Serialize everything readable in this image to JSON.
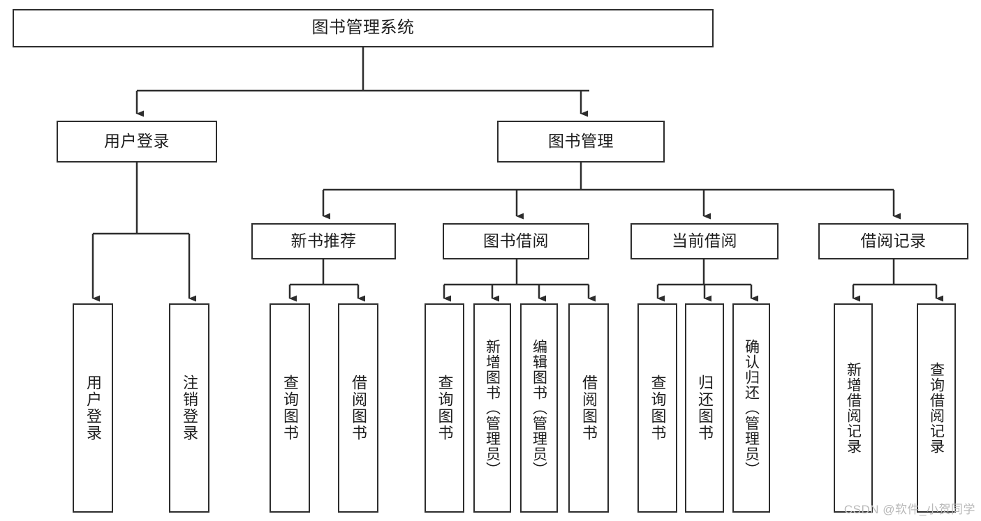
{
  "diagram": {
    "title": "图书管理系统",
    "type": "tree-hierarchy",
    "watermark": "CSDN @软件_小贺同学",
    "colors": {
      "border": "#2d2d2d",
      "background": "#ffffff",
      "text": "#1d1d1d",
      "connector": "#2d2d2d",
      "watermark": "#b9b9b9"
    },
    "levels": {
      "root": {
        "label": "图书管理系统"
      },
      "level2": [
        {
          "label": "用户登录"
        },
        {
          "label": "图书管理"
        }
      ],
      "level3": [
        {
          "label": "新书推荐"
        },
        {
          "label": "图书借阅"
        },
        {
          "label": "当前借阅"
        },
        {
          "label": "借阅记录"
        }
      ],
      "leaves": {
        "user_login": [
          {
            "label": "用户登录"
          },
          {
            "label": "注销登录"
          }
        ],
        "new_book_recommend": [
          {
            "label": "查询图书"
          },
          {
            "label": "借阅图书"
          }
        ],
        "book_borrow": [
          {
            "label": "查询图书"
          },
          {
            "label": "新增图书（管理员）"
          },
          {
            "label": "编辑图书（管理员）"
          },
          {
            "label": "借阅图书"
          }
        ],
        "current_borrow": [
          {
            "label": "查询图书"
          },
          {
            "label": "归还图书"
          },
          {
            "label": "确认归还（管理员）"
          }
        ],
        "borrow_records": [
          {
            "label": "新增借阅记录"
          },
          {
            "label": "查询借阅记录"
          }
        ]
      }
    }
  }
}
